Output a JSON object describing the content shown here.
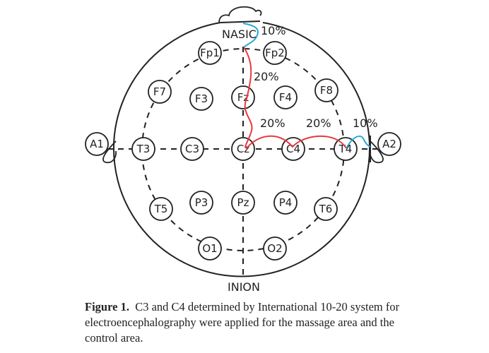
{
  "labels": {
    "nasion": "NASIC",
    "inion": "INION",
    "pct_nasion": "10%",
    "pct_fpz_fz": "20%",
    "pct_fz_cz": "20%",
    "pct_cz_c4": "20%",
    "pct_c4_t4": "10%"
  },
  "electrodes": [
    "Fp1",
    "Fp2",
    "F7",
    "F3",
    "Fz",
    "F4",
    "F8",
    "A1",
    "T3",
    "C3",
    "Cz",
    "C4",
    "T4",
    "A2",
    "T5",
    "P3",
    "Pz",
    "P4",
    "T6",
    "O1",
    "O2"
  ],
  "colors": {
    "measure_red": "#e8383d",
    "measure_blue": "#2aa7d6",
    "ink": "#222222"
  },
  "caption": {
    "figure_label": "Figure 1.",
    "text": "C3 and C4 determined by International 10-20 system for electroencephalography were applied for the massage area and the control area."
  }
}
